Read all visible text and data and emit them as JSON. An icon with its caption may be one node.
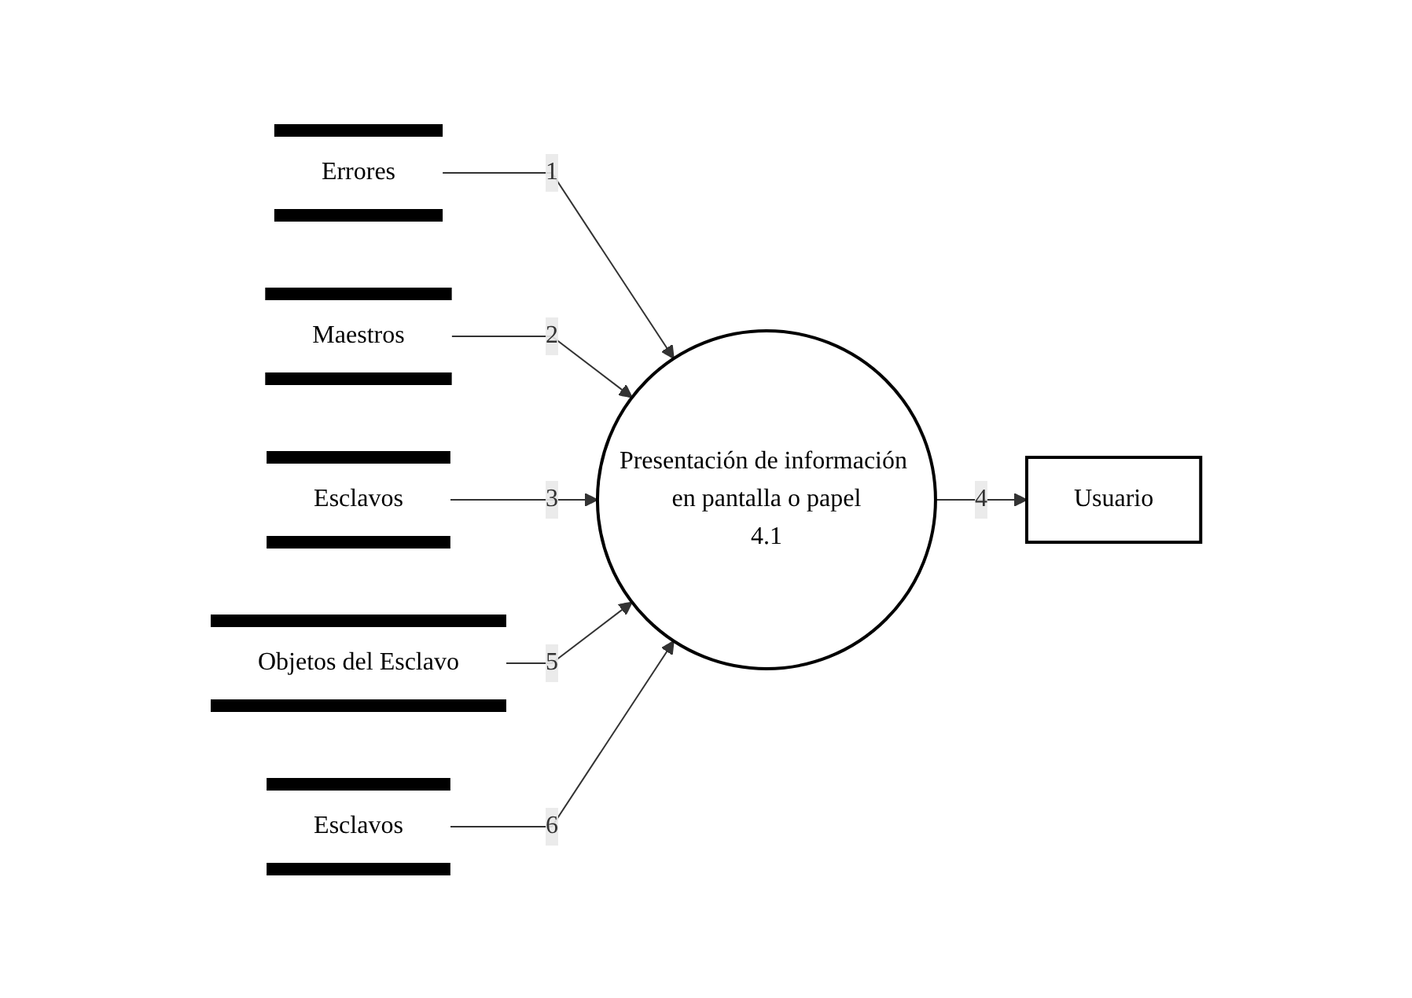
{
  "diagram": {
    "nodes": [
      {
        "text": [
          "Errores"
        ]
      },
      {
        "text": [
          "Usuario"
        ]
      },
      {
        "text": [
          "Maestros"
        ]
      },
      {
        "text": [
          "Presentación de información en pantalla o papel",
          "4.1"
        ]
      },
      {
        "text": [
          "Objetos del Esclavo"
        ]
      },
      {
        "text": [
          "Esclavos"
        ]
      },
      {
        "text": [
          "Esclavos"
        ]
      }
    ],
    "edges": [
      {
        "from": 0,
        "to": 3,
        "arrow": "to",
        "label": "1"
      },
      {
        "from": 2,
        "to": 3,
        "arrow": "to",
        "label": "2"
      },
      {
        "from": 5,
        "to": 3,
        "arrow": "to",
        "label": "3"
      },
      {
        "from": 3,
        "to": 1,
        "arrow": "to",
        "label": "4"
      },
      {
        "from": 4,
        "to": 3,
        "arrow": "to",
        "label": "5"
      },
      {
        "from": 6,
        "to": 3,
        "arrow": "to",
        "label": "6"
      }
    ]
  }
}
